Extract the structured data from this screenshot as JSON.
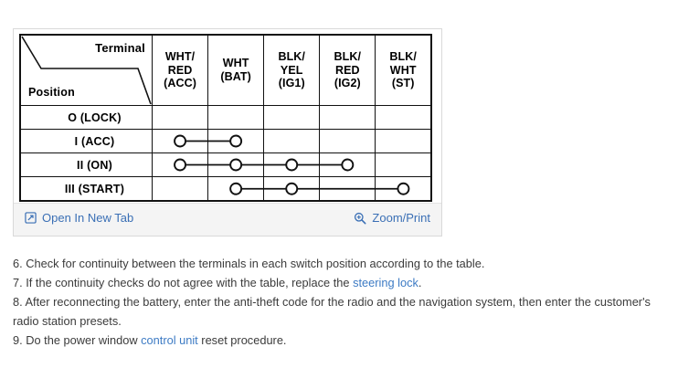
{
  "viewer": {
    "toolbar": {
      "open_new_tab_label": "Open In New Tab",
      "open_new_tab_icon": "open-in-new-tab-icon",
      "zoom_print_label": "Zoom/Print",
      "zoom_print_icon": "magnifier-plus-icon",
      "link_color": "#3a6fb5"
    }
  },
  "table": {
    "corner": {
      "terminal_label": "Terminal",
      "position_label": "Position"
    },
    "columns": [
      {
        "line1": "WHT/",
        "line2": "RED",
        "line3": "(ACC)",
        "code": "ACC"
      },
      {
        "line1": "WHT",
        "line2": "",
        "line3": "(BAT)",
        "code": "BAT"
      },
      {
        "line1": "BLK/",
        "line2": "YEL",
        "line3": "(IG1)",
        "code": "IG1"
      },
      {
        "line1": "BLK/",
        "line2": "RED",
        "line3": "(IG2)",
        "code": "IG2"
      },
      {
        "line1": "BLK/",
        "line2": "WHT",
        "line3": "(ST)",
        "code": "ST"
      }
    ],
    "rows": [
      {
        "label": "O (LOCK)",
        "continuity": []
      },
      {
        "label": "I (ACC)",
        "continuity": [
          "ACC",
          "BAT"
        ]
      },
      {
        "label": "II (ON)",
        "continuity": [
          "ACC",
          "BAT",
          "IG1",
          "IG2"
        ]
      },
      {
        "label": "III (START)",
        "continuity": [
          "BAT",
          "IG1",
          "ST"
        ]
      }
    ]
  },
  "instructions": [
    {
      "id": "step-6",
      "parts": [
        {
          "text": "6. Check for continuity between the terminals in each switch position according to the table.",
          "link": false
        }
      ]
    },
    {
      "id": "step-7",
      "parts": [
        {
          "text": "7. If the continuity checks do not agree with the table, replace the ",
          "link": false
        },
        {
          "text": "steering lock",
          "link": true
        },
        {
          "text": ".",
          "link": false
        }
      ]
    },
    {
      "id": "step-8",
      "parts": [
        {
          "text": "8. After reconnecting the battery, enter the anti-theft code for the radio and the navigation system, then enter the customer's radio station presets.",
          "link": false
        }
      ]
    },
    {
      "id": "step-9",
      "parts": [
        {
          "text": "9. Do the power window ",
          "link": false
        },
        {
          "text": "control unit",
          "link": true
        },
        {
          "text": " reset procedure.",
          "link": false
        }
      ]
    }
  ]
}
